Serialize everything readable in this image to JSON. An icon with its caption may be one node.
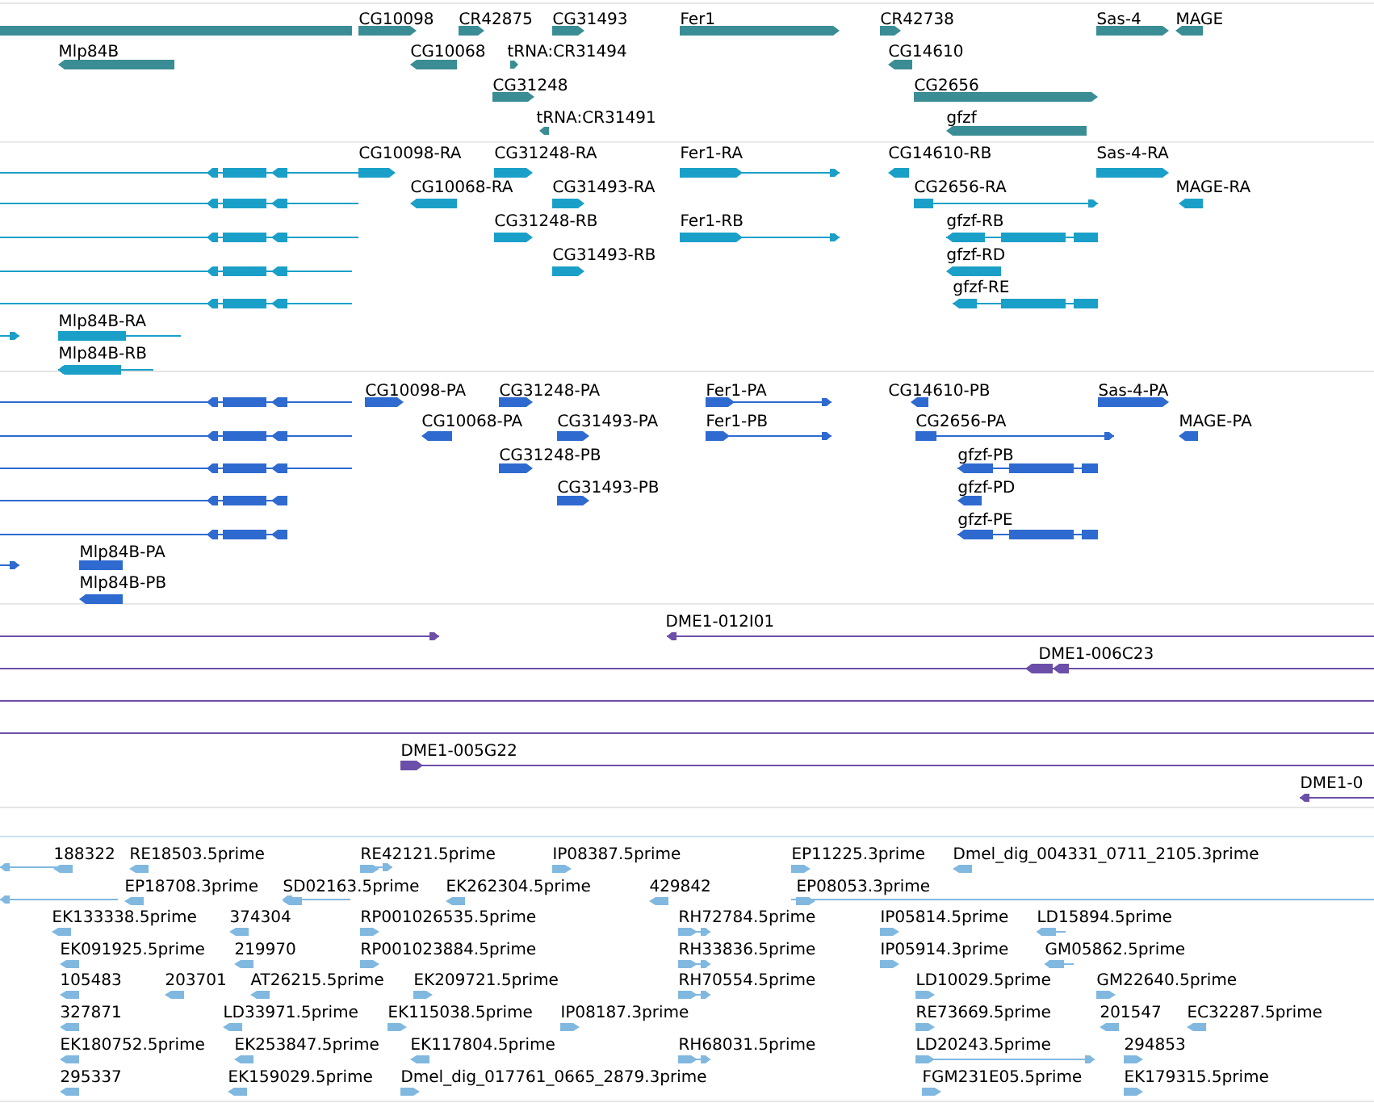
{
  "diagram": {
    "labels": [
      "CG10098",
      "CR42875",
      "CG31493",
      "Fer1",
      "CR42738",
      "Sas-4",
      "MAGE",
      "Mlp84B",
      "CG10068",
      "tRNA:CR31494",
      "CG14610",
      "CG31248",
      "CG2656",
      "tRNA:CR31491",
      "gfzf",
      "CG10098-RA",
      "CG31248-RA",
      "Fer1-RA",
      "CG14610-RB",
      "Sas-4-RA",
      "CG10068-RA",
      "CG31493-RA",
      "CG2656-RA",
      "MAGE-RA",
      "CG31248-RB",
      "Fer1-RB",
      "gfzf-RB",
      "CG31493-RB",
      "gfzf-RD",
      "gfzf-RE",
      "Mlp84B-RA",
      "Mlp84B-RB",
      "CG10098-PA",
      "CG31248-PA",
      "Fer1-PA",
      "CG14610-PB",
      "Sas-4-PA",
      "CG10068-PA",
      "CG31493-PA",
      "Fer1-PB",
      "CG2656-PA",
      "MAGE-PA",
      "CG31248-PB",
      "gfzf-PB",
      "CG31493-PB",
      "gfzf-PD",
      "gfzf-PE",
      "Mlp84B-PA",
      "Mlp84B-PB",
      "DME1-012I01",
      "DME1-006C23",
      "DME1-005G22",
      "DME1-0",
      "188322",
      "RE18503.5prime",
      "RE42121.5prime",
      "IP08387.5prime",
      "EP11225.3prime",
      "Dmel_dig_004331_0711_2105.3prime",
      "EP18708.3prime",
      "SD02163.5prime",
      "EK262304.5prime",
      "429842",
      "EP08053.3prime",
      "EK133338.5prime",
      "374304",
      "RP001026535.5prime",
      "RH72784.5prime",
      "IP05814.5prime",
      "LD15894.5prime",
      "EK091925.5prime",
      "219970",
      "RP001023884.5prime",
      "RH33836.5prime",
      "IP05914.3prime",
      "GM05862.5prime",
      "105483",
      "203701",
      "AT26215.5prime",
      "EK209721.5prime",
      "RH70554.5prime",
      "LD10029.5prime",
      "GM22640.5prime",
      "327871",
      "LD33971.5prime",
      "EK115038.5prime",
      "IP08187.3prime",
      "RE73669.5prime",
      "201547",
      "EC32287.5prime",
      "EK180752.5prime",
      "EK253847.5prime",
      "EK117804.5prime",
      "RH68031.5prime",
      "LD20243.5prime",
      "294853",
      "295337",
      "EK159029.5prime",
      "Dmel_dig_017761_0665_2879.3prime",
      "FGM231E05.5prime",
      "EK179315.5prime"
    ]
  }
}
